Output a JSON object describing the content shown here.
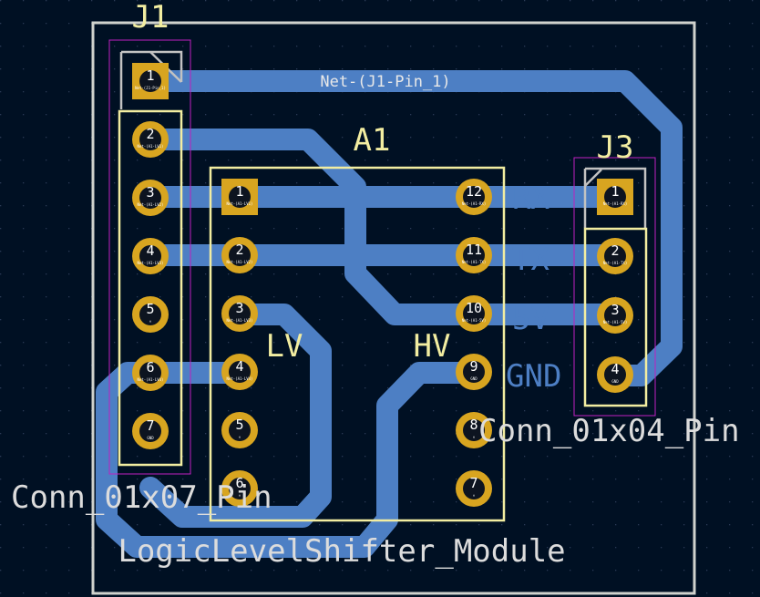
{
  "colors": {
    "background": "#001023",
    "grid_dot": "#2a3a55",
    "board_edge": "#d0d2cd",
    "copper": "#4d7fc4",
    "pad": "#d8a520",
    "courtyard": "#c020c0",
    "silkscreen": "#f2eda1",
    "connector_outline": "#c2c2c2",
    "silk_text": "#dcdcdc",
    "net_label": "#e8e8e8",
    "copper_text": "#4d7fc4"
  },
  "components": {
    "j1": {
      "reference": "J1",
      "value": "Conn_01x07_Pin"
    },
    "a1": {
      "reference": "A1",
      "value": "LogicLevelShifter_Module",
      "label_lv": "LV",
      "label_hv": "HV"
    },
    "j3": {
      "reference": "J3",
      "value": "Conn_01x04_Pin"
    }
  },
  "nets": {
    "track_label": "Net-(J1-Pin_1)"
  },
  "copper_labels": {
    "rx": "RX",
    "tx": "TX",
    "five_v": "5V",
    "gnd": "GND"
  },
  "pads": {
    "j1": [
      "1",
      "2",
      "3",
      "4",
      "5",
      "6",
      "7"
    ],
    "a1_left": [
      "1",
      "2",
      "3",
      "4",
      "5",
      "6"
    ],
    "a1_right": [
      "12",
      "11",
      "10",
      "9",
      "8",
      "7"
    ],
    "j3": [
      "1",
      "2",
      "3",
      "4"
    ]
  },
  "pad_nets": {
    "j1": [
      "Net-(J1-Pin_1)",
      "Net-(A1-LV1)",
      "Net-(A1-LV2)",
      "Net-(A1-LV3)",
      "",
      "Net-(A1-LV4)",
      "GND"
    ],
    "a1_left": [
      "Net-(A1-LV1)",
      "Net-(A1-LV2)",
      "Net-(A1-LV3)",
      "Net-(A1-LV4)",
      "",
      ""
    ],
    "a1_right": [
      "Net-(A1-RX)",
      "Net-(A1-TX)",
      "Net-(A1-5V)",
      "GND",
      "",
      ""
    ],
    "j3": [
      "Net-(A1-RX)",
      "Net-(A1-TX)",
      "Net-(A1-5V)",
      "GND"
    ]
  }
}
